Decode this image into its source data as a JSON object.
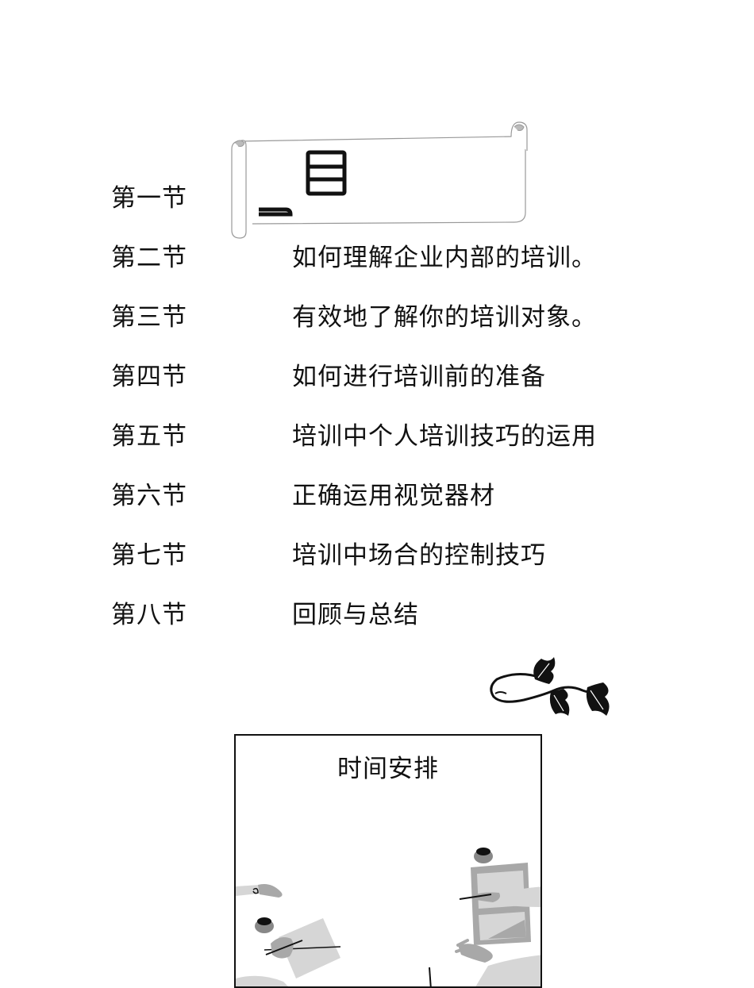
{
  "toc": [
    {
      "section": "第一节",
      "topic": ""
    },
    {
      "section": "第二节",
      "topic": "如何理解企业内部的培训。"
    },
    {
      "section": "第三节",
      "topic": "有效地了解你的培训对象。"
    },
    {
      "section": "第四节",
      "topic": "如何进行培训前的准备"
    },
    {
      "section": "第五节",
      "topic": "培训中个人培训技巧的运用"
    },
    {
      "section": "第六节",
      "topic": "正确运用视觉器材"
    },
    {
      "section": "第七节",
      "topic": "培训中场合的控制技巧"
    },
    {
      "section": "第八节",
      "topic": "回顾与总结"
    }
  ],
  "schedule": {
    "title": "时间安排"
  },
  "colors": {
    "ink": "#111111",
    "grey_light": "#d6d6d6",
    "grey_mid": "#a8a8a8",
    "grey_dark": "#7a7a7a"
  }
}
